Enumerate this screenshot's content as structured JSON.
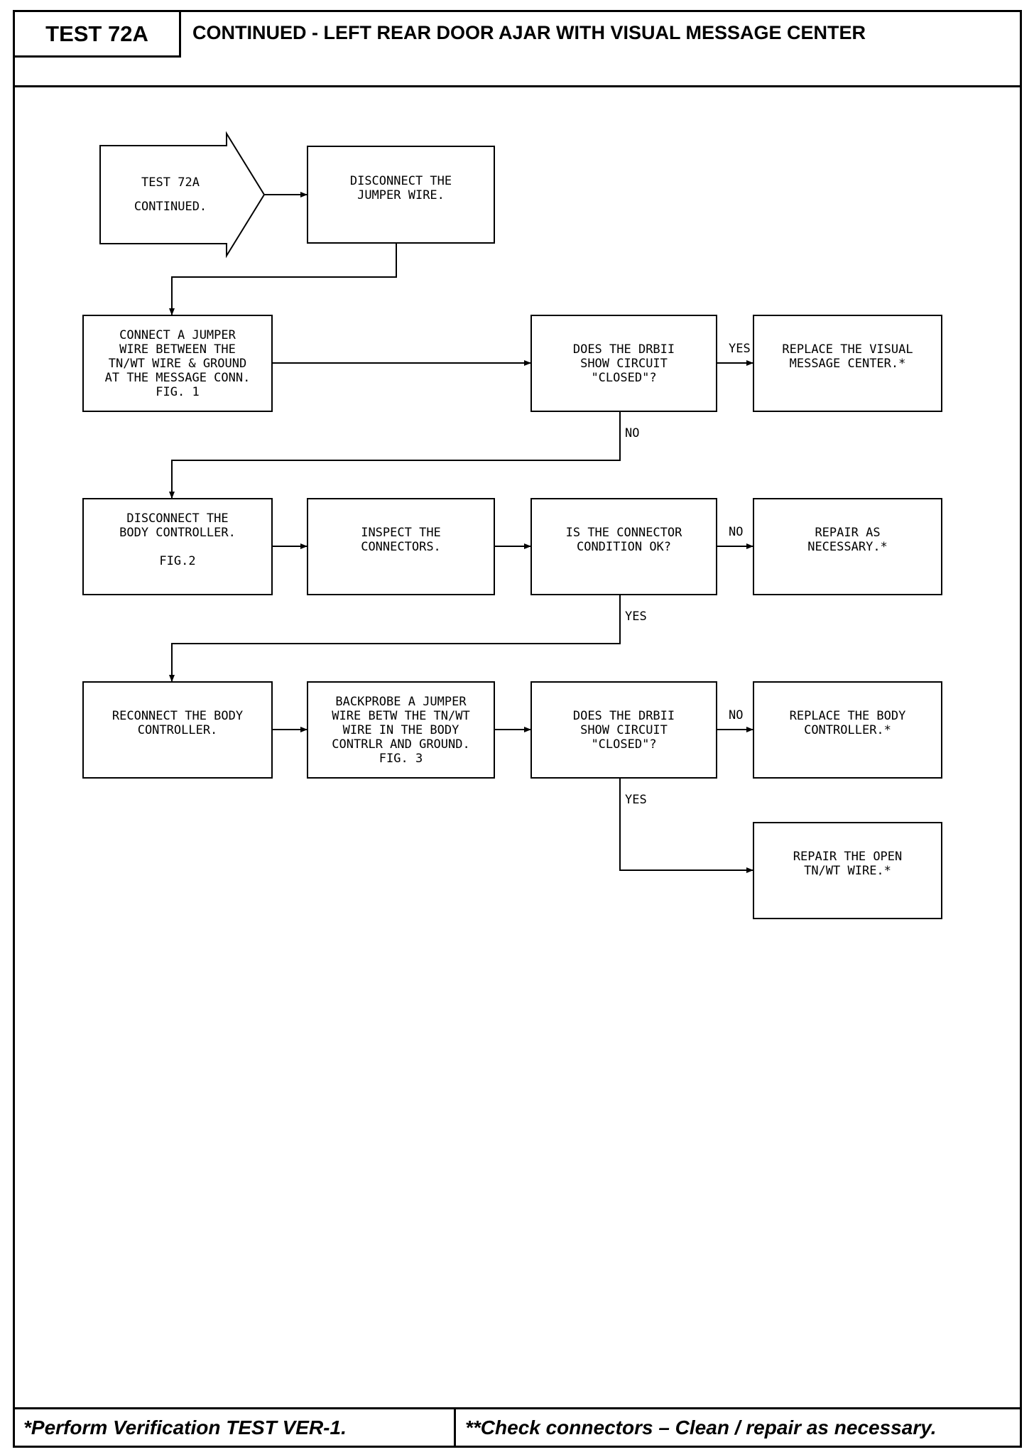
{
  "header": {
    "test_id": "TEST 72A",
    "title": "CONTINUED - LEFT REAR DOOR AJAR WITH VISUAL MESSAGE CENTER"
  },
  "flowchart": {
    "start": "TEST 72A\nCONTINUED.",
    "disconnect_jumper": "DISCONNECT THE\nJUMPER WIRE.",
    "connect_jumper": "CONNECT A JUMPER\nWIRE BETWEEN THE\nTN/WT WIRE & GROUND\nAT THE MESSAGE CONN.\nFIG. 1",
    "drbii_closed_1": "DOES THE DRBII\nSHOW CIRCUIT\n\"CLOSED\"?",
    "replace_vmc": "REPLACE THE VISUAL\nMESSAGE CENTER.*",
    "disconnect_body": "DISCONNECT THE\nBODY CONTROLLER.\n\nFIG.2",
    "inspect_connectors": "INSPECT THE\nCONNECTORS.",
    "connector_ok": "IS THE CONNECTOR\nCONDITION OK?",
    "repair_necessary": "REPAIR AS\nNECESSARY.*",
    "reconnect_body": "RECONNECT THE BODY\nCONTROLLER.",
    "backprobe": "BACKPROBE A JUMPER\nWIRE BETW THE TN/WT\nWIRE IN THE BODY\nCONTRLR AND GROUND.\nFIG. 3",
    "drbii_closed_2": "DOES THE DRBII\nSHOW CIRCUIT\n\"CLOSED\"?",
    "replace_body": "REPLACE THE BODY\nCONTROLLER.*",
    "repair_open": "REPAIR THE OPEN\nTN/WT WIRE.*",
    "labels": {
      "yes_1": "YES",
      "no_1": "NO",
      "no_2": "NO",
      "yes_2": "YES",
      "no_3": "NO",
      "yes_3": "YES"
    }
  },
  "footer": {
    "left": "*Perform Verification TEST VER-1.",
    "right": "**Check connectors – Clean / repair as necessary."
  }
}
